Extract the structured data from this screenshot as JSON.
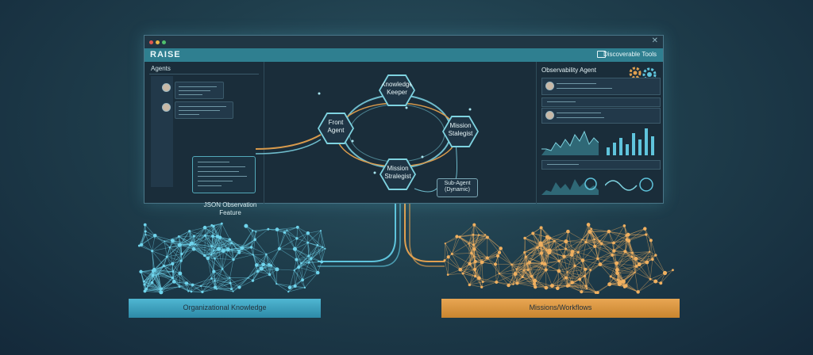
{
  "window": {
    "app_title": "RAISE",
    "tools_label": "Discoverable Tools",
    "close_glyph": "✕",
    "traffic_light_colors": [
      "#e0584e",
      "#e6b84a",
      "#4fc06d"
    ]
  },
  "left_panel": {
    "title": "Agents",
    "json_label_line1": "JSON Observation",
    "json_label_line2": "Feature"
  },
  "diagram": {
    "nodes": {
      "knowledge_keeper": [
        "Knowledge",
        "Keeper"
      ],
      "front_agent": [
        "Front",
        "Agent"
      ],
      "mission_strategist_right": [
        "Mission",
        "Stalegist"
      ],
      "mission_strategist_bottom": [
        "Mission",
        "Stralegist"
      ]
    },
    "sub_agent_line1": "Sub-Agent",
    "sub_agent_line2": "(Dynamic)"
  },
  "right_panel": {
    "title": "Observability Agent",
    "icons": [
      "gear-icon"
    ]
  },
  "platforms": {
    "organizational": "Organizational Knowledge",
    "missions": "Missions/Workflows",
    "colors": {
      "org": "#4fb6d2",
      "missions": "#e8a653"
    }
  }
}
